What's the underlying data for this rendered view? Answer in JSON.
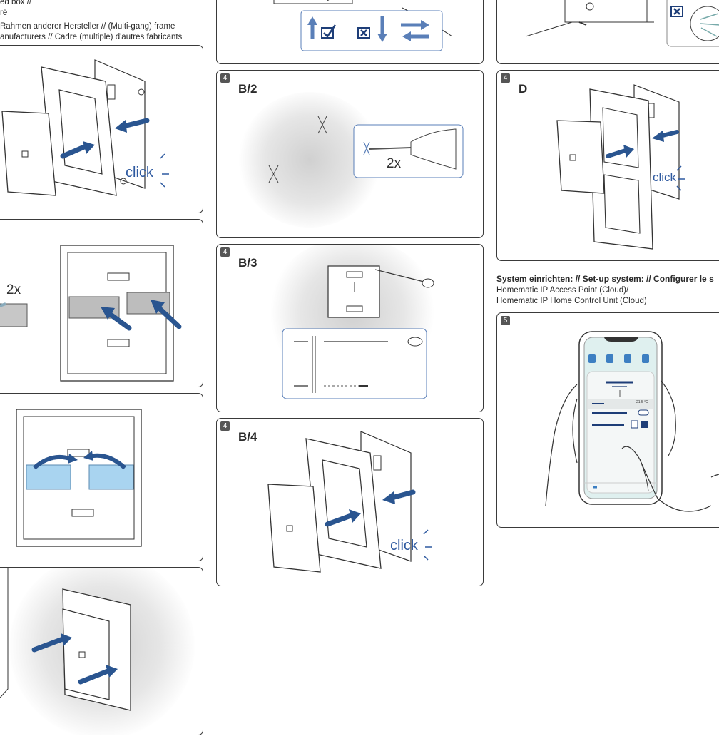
{
  "left_column": {
    "caption_line1": "ed box //",
    "caption_line2": "ré",
    "caption_line3": "Rahmen anderer Hersteller // (Multi-gang) frame",
    "caption_line4": "anufacturers // Cadre (multiple) d'autres fabricants",
    "panel1_click": "click",
    "panel2_count": "2x"
  },
  "middle_column": {
    "step_b2": "4",
    "label_b2": "B/2",
    "b2_count": "2x",
    "step_b3": "4",
    "label_b3": "B/3",
    "step_b4": "4",
    "label_b4": "B/4",
    "b4_click": "click"
  },
  "right_column": {
    "step_d": "4",
    "label_d": "D",
    "d_click": "click",
    "setup_title": "System einrichten: // Set-up system: // Configurer le s",
    "setup_line1": "Homematic IP Access Point (Cloud)/",
    "setup_line2": "Homematic IP Home Control Unit (Cloud)",
    "step_5": "5",
    "phone_temp": "21,5 °C"
  },
  "colors": {
    "accent": "#2f5aa0",
    "arrow": "#2a5590",
    "border": "#3a3a3a"
  }
}
